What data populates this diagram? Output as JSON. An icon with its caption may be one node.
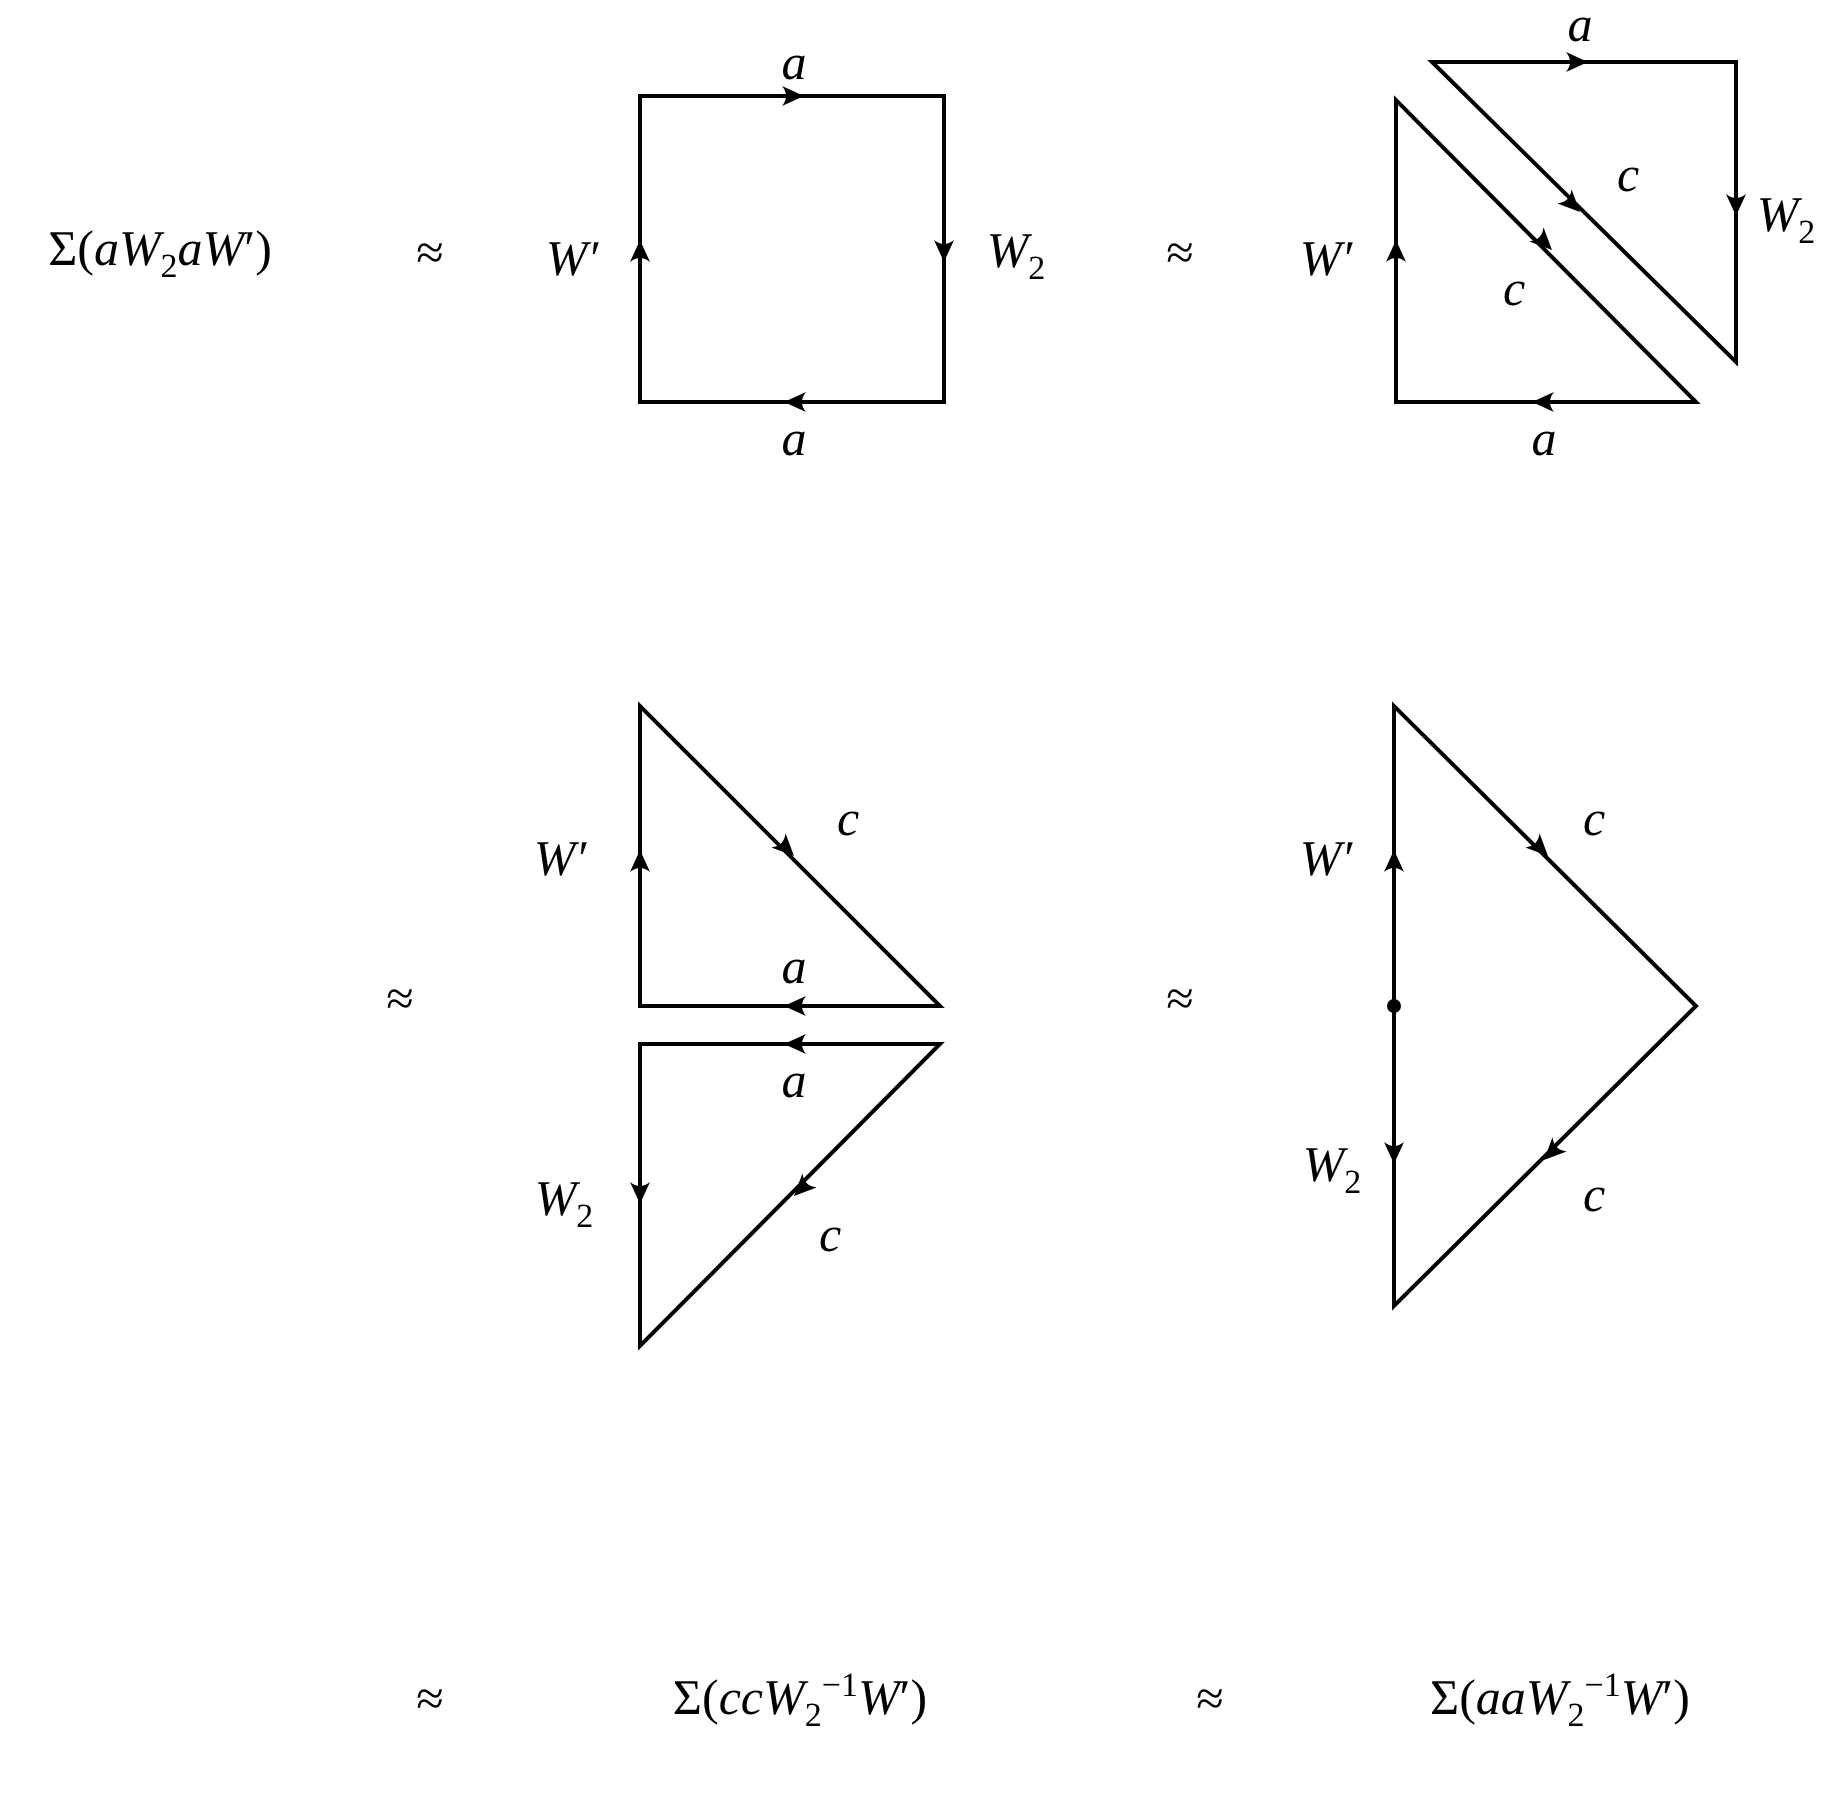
{
  "diagram": {
    "labels": [
      "Σ(*aW*$_{2}$*aW*′)",
      "≈",
      "a",
      "W′",
      "*W*$_{2}$",
      "a",
      "≈",
      "a",
      "c",
      "W′",
      "*W*$_{2}$",
      "c",
      "a",
      "≈",
      "W′",
      "c",
      "a",
      "a",
      "*W*$_{2}$",
      "c",
      "≈",
      "W′",
      "c",
      "*W*$_{2}$",
      "c",
      "≈",
      "Σ(*ccW*$_{2}$$^{−1}$*W*′)",
      "≈",
      "Σ(*aaW*$_{2}$$^{−1}$*W*′)"
    ]
  }
}
